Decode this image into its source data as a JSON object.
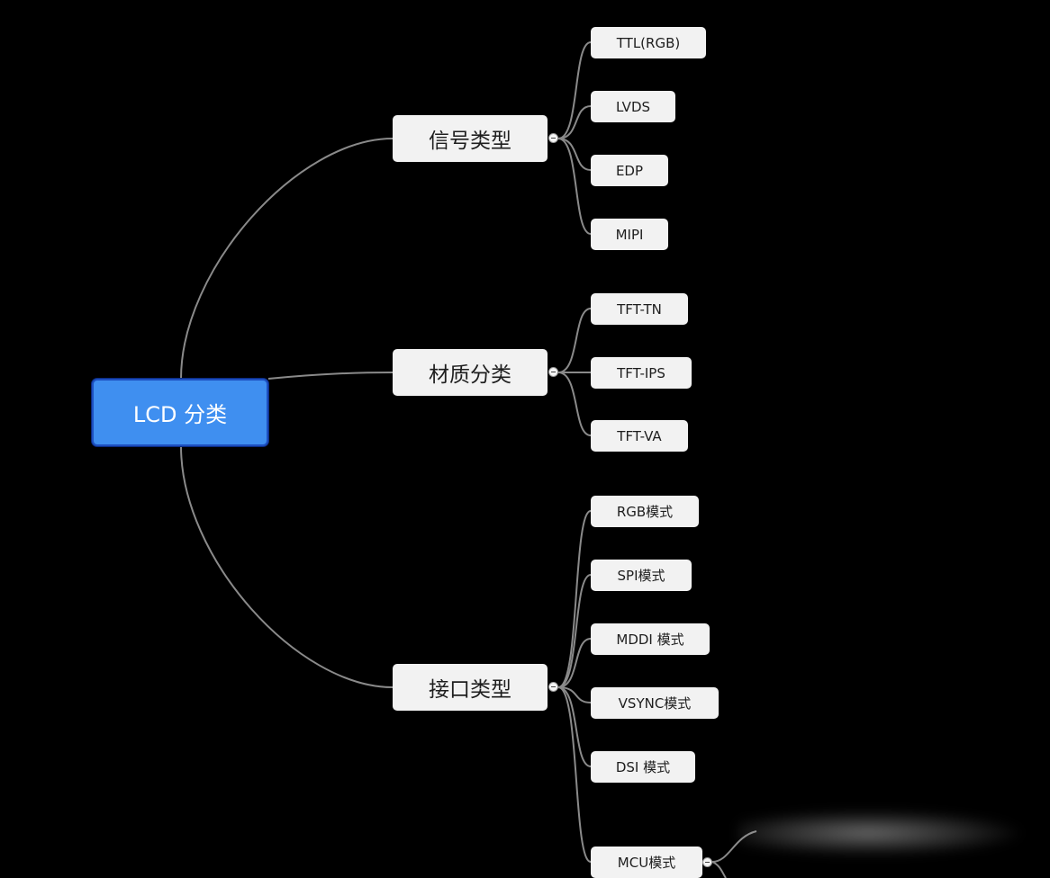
{
  "root": {
    "label": "LCD 分类"
  },
  "branches": [
    {
      "label": "信号类型",
      "children": [
        "TTL(RGB)",
        "LVDS",
        "EDP",
        "MIPI"
      ]
    },
    {
      "label": "材质分类",
      "children": [
        "TFT-TN",
        "TFT-IPS",
        "TFT-VA"
      ]
    },
    {
      "label": "接口类型",
      "children": [
        "RGB模式",
        "SPI模式",
        "MDDI 模式",
        "VSYNC模式",
        "DSI 模式",
        "MCU模式"
      ]
    }
  ],
  "colors": {
    "background": "#000000",
    "root_fill": "#3f8ff0",
    "node_fill": "#f2f2f2",
    "connector": "#8a8a8a"
  },
  "icons": {
    "collapse_toggle": "collapse-minus-icon"
  }
}
